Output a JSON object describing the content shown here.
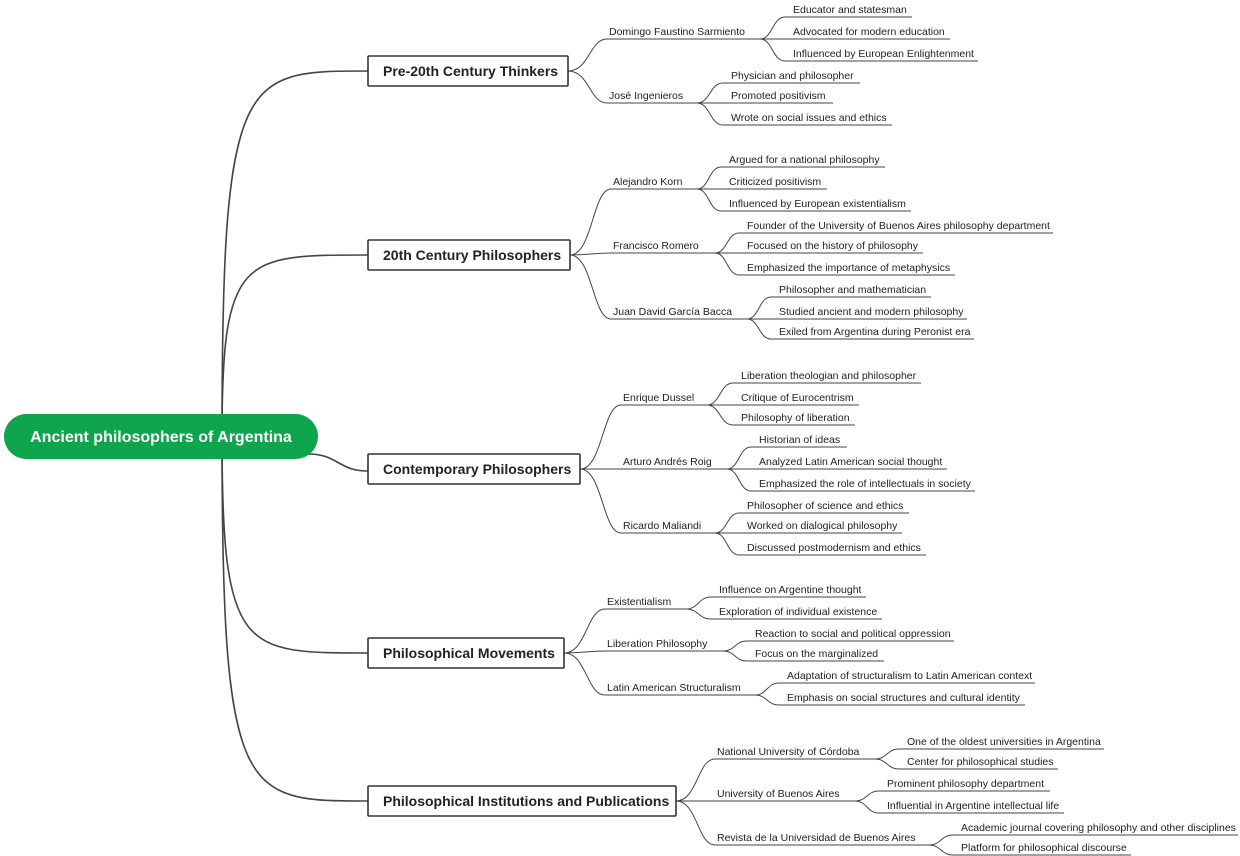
{
  "root": {
    "label": "Ancient philosophers of Argentina",
    "color": "#0fa54c"
  },
  "colors": {
    "line": "#444444",
    "box_border": "#333333"
  },
  "branches": [
    {
      "label": "Pre-20th Century Thinkers",
      "children": [
        {
          "label": "Domingo Faustino Sarmiento",
          "children": [
            "Educator and statesman",
            "Advocated for modern education",
            "Influenced by European Enlightenment"
          ]
        },
        {
          "label": "José Ingenieros",
          "children": [
            "Physician and philosopher",
            "Promoted positivism",
            "Wrote on social issues and ethics"
          ]
        }
      ]
    },
    {
      "label": "20th Century Philosophers",
      "children": [
        {
          "label": "Alejandro Korn",
          "children": [
            "Argued for a national philosophy",
            "Criticized positivism",
            "Influenced by European existentialism"
          ]
        },
        {
          "label": "Francisco Romero",
          "children": [
            "Founder of the University of Buenos Aires philosophy department",
            "Focused on the history of philosophy",
            "Emphasized the importance of metaphysics"
          ]
        },
        {
          "label": "Juan David García Bacca",
          "children": [
            "Philosopher and mathematician",
            "Studied ancient and modern philosophy",
            "Exiled from Argentina during Peronist era"
          ]
        }
      ]
    },
    {
      "label": "Contemporary Philosophers",
      "children": [
        {
          "label": "Enrique Dussel",
          "children": [
            "Liberation theologian and philosopher",
            "Critique of Eurocentrism",
            "Philosophy of liberation"
          ]
        },
        {
          "label": "Arturo Andrés Roig",
          "children": [
            "Historian of ideas",
            "Analyzed Latin American social thought",
            "Emphasized the role of intellectuals in society"
          ]
        },
        {
          "label": "Ricardo Maliandi",
          "children": [
            "Philosopher of science and ethics",
            "Worked on dialogical philosophy",
            "Discussed postmodernism and ethics"
          ]
        }
      ]
    },
    {
      "label": "Philosophical Movements",
      "children": [
        {
          "label": "Existentialism",
          "children": [
            "Influence on Argentine thought",
            "Exploration of individual existence"
          ]
        },
        {
          "label": "Liberation Philosophy",
          "children": [
            "Reaction to social and political oppression",
            "Focus on the marginalized"
          ]
        },
        {
          "label": "Latin American Structuralism",
          "children": [
            "Adaptation of structuralism to Latin American context",
            "Emphasis on social structures and cultural identity"
          ]
        }
      ]
    },
    {
      "label": "Philosophical Institutions and Publications",
      "children": [
        {
          "label": "National University of Córdoba",
          "children": [
            "One of the oldest universities in Argentina",
            "Center for philosophical studies"
          ]
        },
        {
          "label": "University of Buenos Aires",
          "children": [
            "Prominent philosophy department",
            "Influential in Argentine intellectual life"
          ]
        },
        {
          "label": "Revista de la Universidad de Buenos Aires",
          "children": [
            "Academic journal covering philosophy and other disciplines",
            "Platform for philosophical discourse"
          ]
        }
      ]
    }
  ]
}
